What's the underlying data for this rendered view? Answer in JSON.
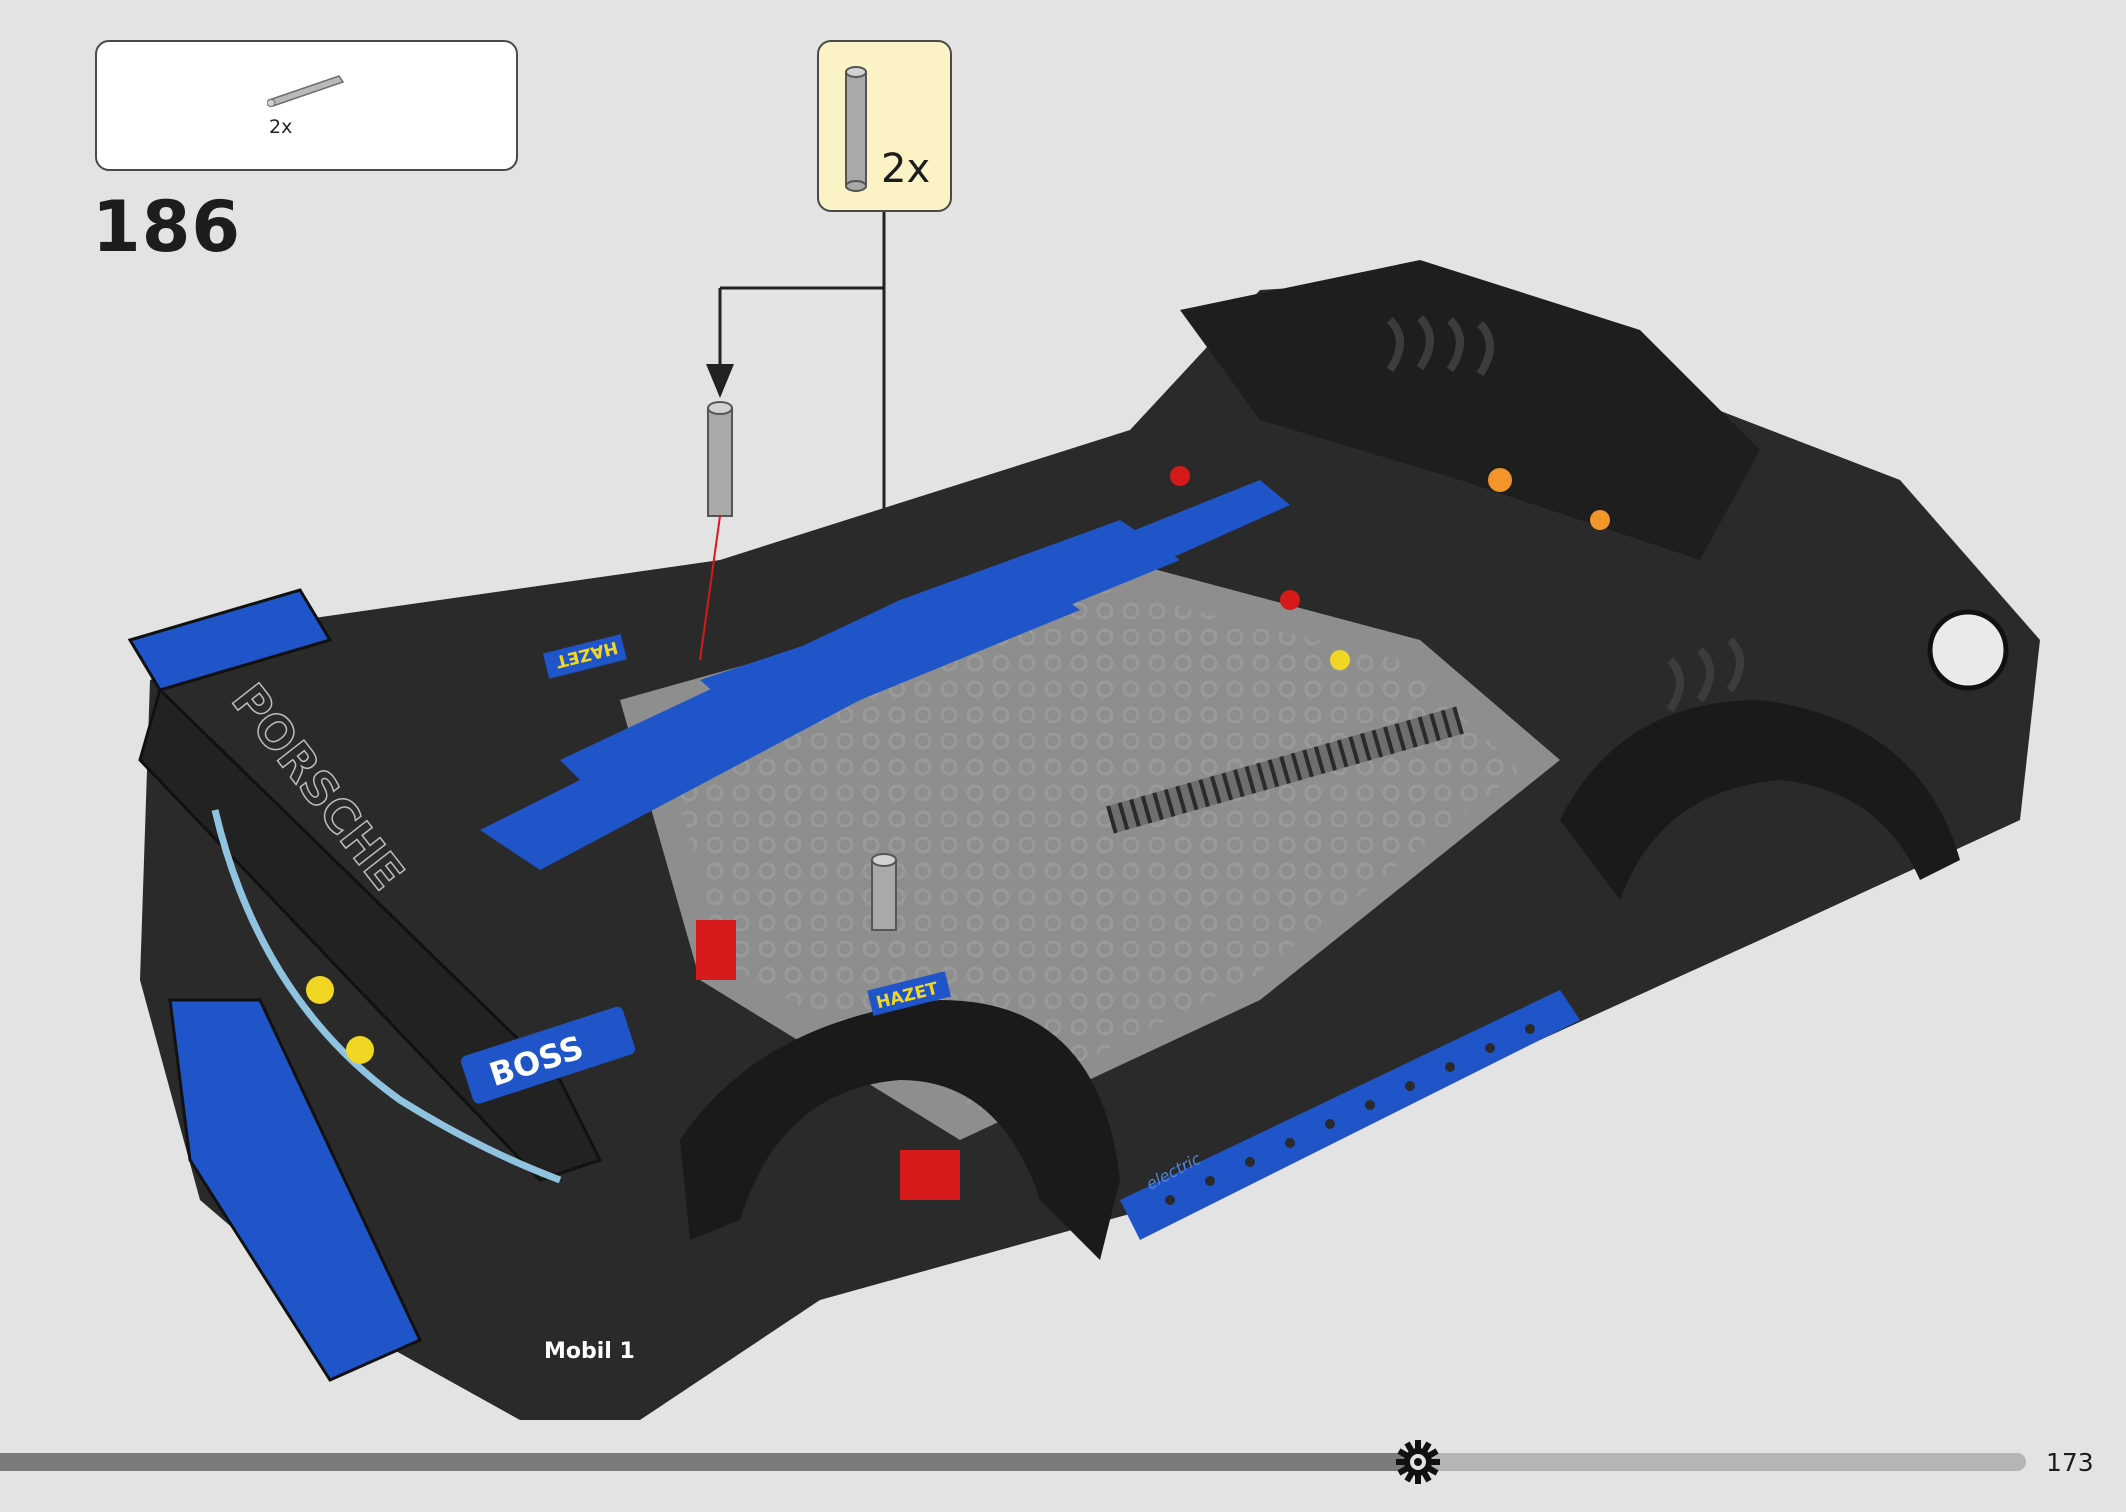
{
  "parts_list": {
    "items": [
      {
        "part": "gray-axle",
        "quantity": "2x"
      }
    ]
  },
  "step": {
    "number": "186"
  },
  "callout": {
    "part": "gray-axle",
    "quantity": "2x"
  },
  "car_decals": {
    "sponsor_1": "BOSS",
    "sponsor_2": "Mobil 1",
    "sponsor_3": "HAZET",
    "sponsor_4": "HAZET",
    "wing_text": "PORSCHE",
    "side_text": "electric"
  },
  "colors": {
    "background": "#e3e3e3",
    "car_black": "#2a2a2a",
    "car_blue": "#1f55c8",
    "callout_fill": "#fbf3c6",
    "axle_gray": "#a9a9a9",
    "progress_done": "#7b7b7b",
    "progress_track": "#b5b5b5"
  },
  "progress": {
    "fraction": 0.7
  },
  "icons": {
    "progress_marker": "gear-icon",
    "assembly_arrow": "arrow-down-icon"
  },
  "page": {
    "number": "173"
  }
}
